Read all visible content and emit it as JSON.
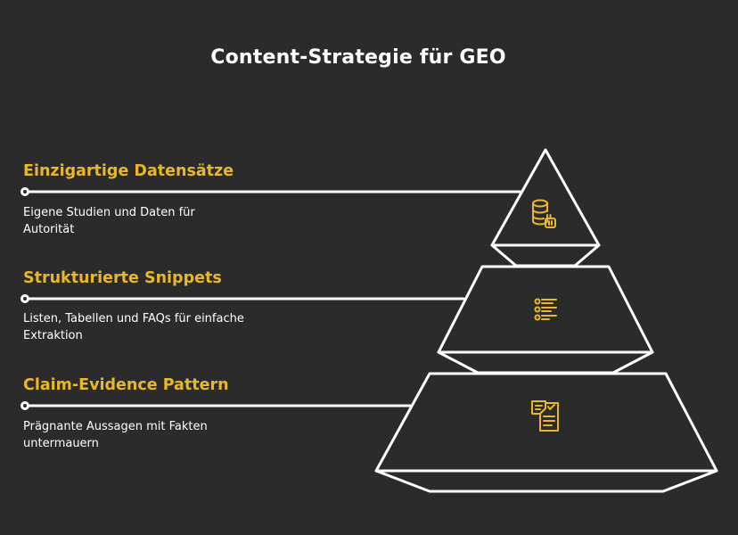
{
  "title": "Content-Strategie für GEO",
  "colors": {
    "background": "#2b2b2b",
    "accent": "#e8b82a",
    "lines": "#ffffff"
  },
  "levels": [
    {
      "title": "Einzigartige Datensätze",
      "description": "Eigene Studien und Daten für Autorität",
      "icon": "database-icon"
    },
    {
      "title": "Strukturierte Snippets",
      "description": "Listen, Tabellen und FAQs für einfache Extraktion",
      "icon": "list-icon"
    },
    {
      "title": "Claim-Evidence Pattern",
      "description": "Prägnante Aussagen mit Fakten untermauern",
      "icon": "document-icon"
    }
  ]
}
